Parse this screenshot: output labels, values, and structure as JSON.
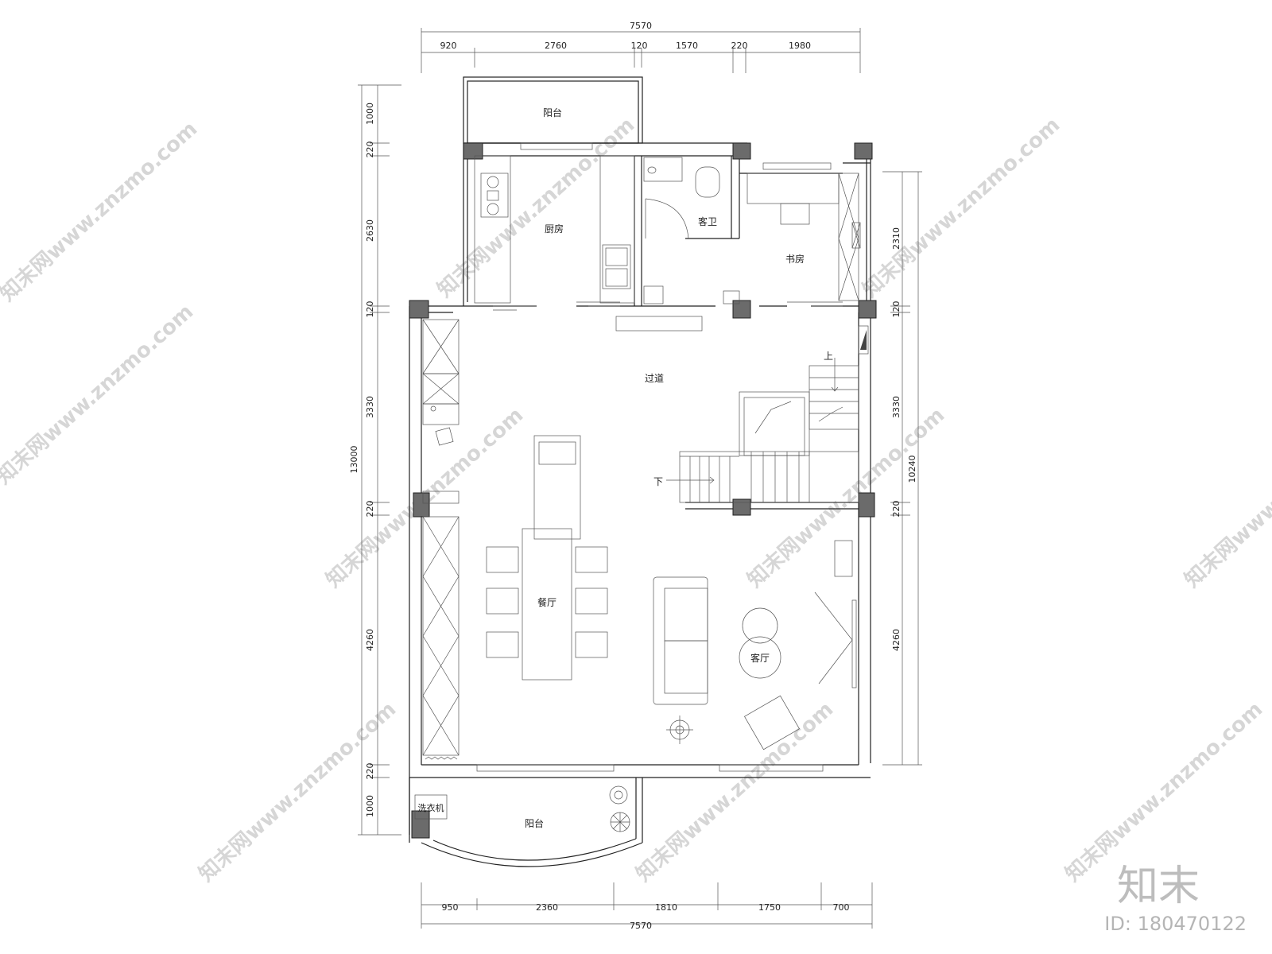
{
  "dims": {
    "top_total": "7570",
    "top": [
      "920",
      "2760",
      "120",
      "1570",
      "220",
      "1980"
    ],
    "bottom_total": "7570",
    "bottom": [
      "950",
      "2360",
      "1810",
      "1750",
      "700"
    ],
    "left_total": "13000",
    "left": [
      "1000",
      "220",
      "2630",
      "120",
      "3330",
      "220",
      "4260",
      "220",
      "1000"
    ],
    "right_total": "10240",
    "right": [
      "2310",
      "120",
      "3330",
      "220",
      "4260"
    ]
  },
  "rooms": {
    "balcony_top": "阳台",
    "kitchen": "厨房",
    "guest_bath": "客卫",
    "study": "书房",
    "corridor": "过道",
    "dining": "餐厅",
    "living": "客厅",
    "balcony_bottom": "阳台",
    "washer": "洗衣机"
  },
  "stairs": {
    "up": "上",
    "down": "下"
  },
  "watermark": {
    "text": "知末网www.znzmo.com"
  },
  "brand": {
    "logo": "知末",
    "id": "ID: 180470122"
  }
}
